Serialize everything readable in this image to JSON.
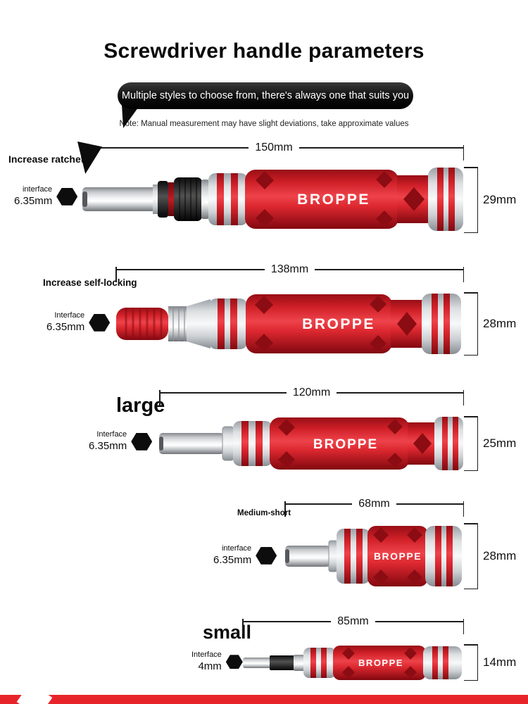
{
  "header": {
    "title": "Screwdriver handle parameters",
    "banner": "Multiple styles to choose from, there's always one that suits you",
    "note": "Note: Manual measurement may have slight deviations, take approximate values"
  },
  "brand": "BROPPE",
  "colors": {
    "accent_red": "#e02128",
    "banner_black": "#0a0a0a",
    "metal_silver": "#d9dcde"
  },
  "models": [
    {
      "name": "Increase ratchet",
      "length": "150mm",
      "diameter": "29mm",
      "interface_label": "interface",
      "interface_size": "6.35mm"
    },
    {
      "name": "Increase self-locking",
      "length": "138mm",
      "diameter": "28mm",
      "interface_label": "Interface",
      "interface_size": "6.35mm"
    },
    {
      "name": "large",
      "length": "120mm",
      "diameter": "25mm",
      "interface_label": "Interface",
      "interface_size": "6.35mm"
    },
    {
      "name": "Medium-short",
      "length": "68mm",
      "diameter": "28mm",
      "interface_label": "interface",
      "interface_size": "6.35mm"
    },
    {
      "name": "small",
      "length": "85mm",
      "diameter": "14mm",
      "interface_label": "Interface",
      "interface_size": "4mm"
    }
  ]
}
